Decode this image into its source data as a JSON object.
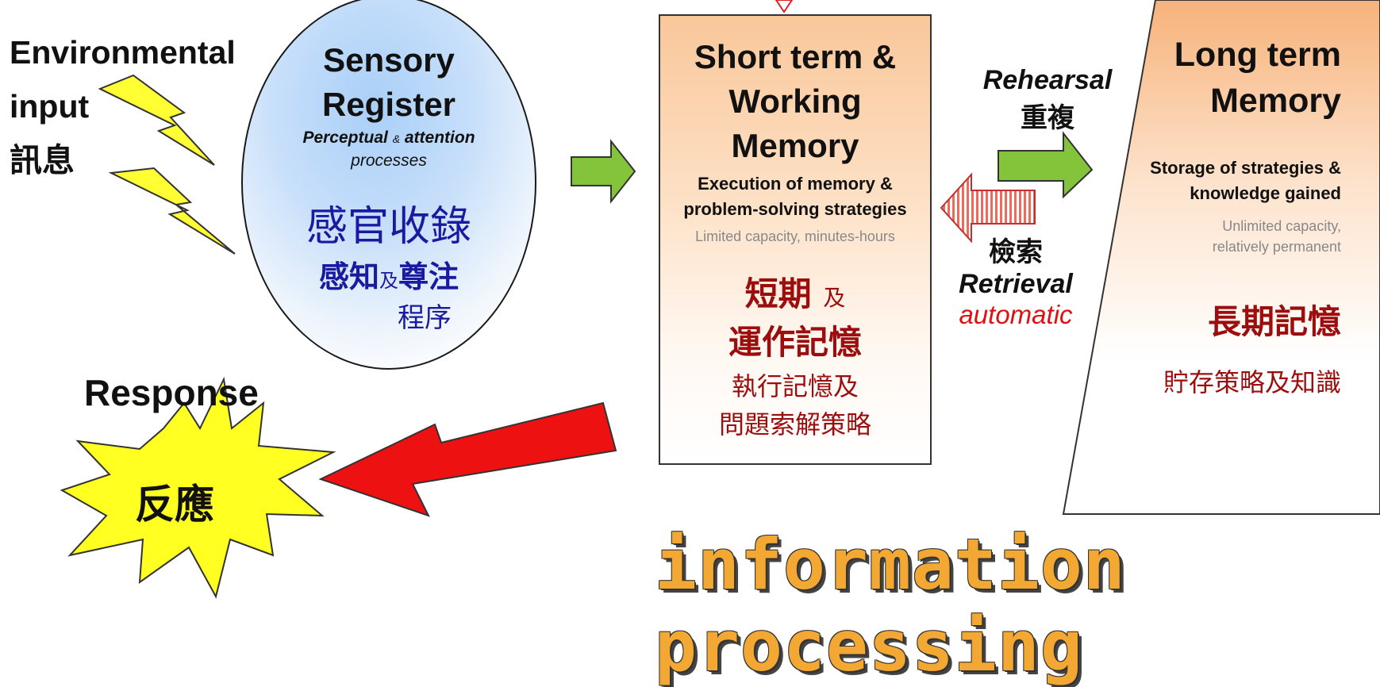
{
  "environment": {
    "line1": "Environmental",
    "line2": "input",
    "line3": "訊息"
  },
  "sensory": {
    "title1": "Sensory",
    "title2": "Register",
    "sub1_a": "Perceptual",
    "sub1_amp": "&",
    "sub1_b": "attention",
    "sub2": "processes",
    "zh_title": "感官收錄",
    "zh_sub_a": "感知",
    "zh_sub_amp": "及",
    "zh_sub_b": "尊注",
    "zh_sub_c": "程序"
  },
  "short_term": {
    "title1": "Short term &",
    "title2": "Working",
    "title3": "Memory",
    "sub1": "Execution of memory &",
    "sub2": "problem-solving strategies",
    "note": "Limited capacity, minutes-hours",
    "zh_title_a": "短期",
    "zh_title_amp": "及",
    "zh_title_b": "運作記憶",
    "zh_sub1": "執行記憶及",
    "zh_sub2": "問題索解策略"
  },
  "rehearsal": {
    "en": "Rehearsal",
    "zh": "重複"
  },
  "retrieval": {
    "zh": "檢索",
    "en": "Retrieval",
    "note": "automatic"
  },
  "long_term": {
    "title1": "Long term",
    "title2": "Memory",
    "sub1": "Storage of strategies &",
    "sub2": "knowledge gained",
    "note1": "Unlimited capacity,",
    "note2": "relatively permanent",
    "zh_title": "長期記憶",
    "zh_sub": "貯存策略及知識"
  },
  "response": {
    "en": "Response",
    "zh": "反應"
  },
  "title": "information processing",
  "colors": {
    "sensory_fill": "#a9cff8",
    "arrow_green": "#84c43a",
    "arrow_retrieval": "#ef8a7a",
    "arrow_response": "#ee1111",
    "lightning": "#ffff33",
    "burst": "#ffff22",
    "zh_blue": "#1a1aa0",
    "zh_red": "#9c0d0d",
    "title_orange": "#f3a833"
  }
}
